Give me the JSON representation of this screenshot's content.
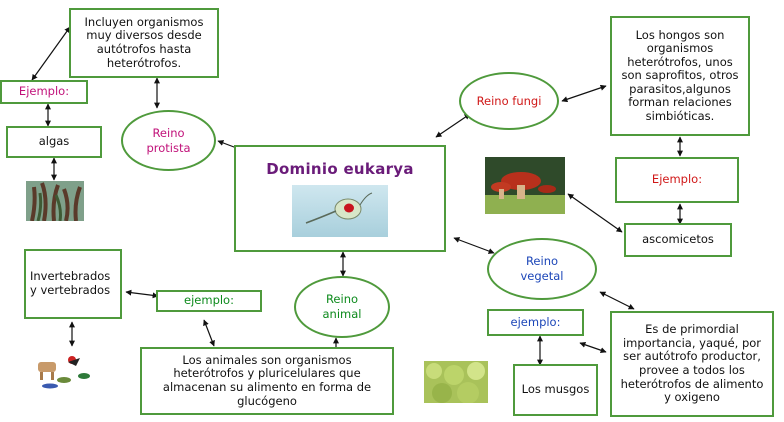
{
  "center": {
    "title": "Dominio eukarya"
  },
  "protista": {
    "label": "Reino protista",
    "description": "Incluyen organismos muy diversos desde autótrofos hasta heterótrofos.",
    "example_label": "Ejemplo:",
    "example": "algas"
  },
  "fungi": {
    "label": "Reino fungi",
    "description": "Los hongos son organismos heterótrofos, unos son saprofitos, otros parasitos,algunos forman relaciones simbióticas.",
    "example_label": "Ejemplo:",
    "example": "ascomicetos"
  },
  "animal": {
    "label": "Reino animal",
    "description": "Los animales son organismos heterótrofos y pluricelulares que almacenan su alimento en forma de glucógeno",
    "example_label": "ejemplo:",
    "example": "Invertebrados y vertebrados"
  },
  "vegetal": {
    "label": "Reino vegetal",
    "description": "Es de primordial importancia, yaqué, por ser autótrofo productor, provee a todos los heterótrofos de alimento y oxigeno",
    "example_label": "ejemplo:",
    "example": "Los musgos"
  },
  "colors": {
    "border": "#4f9a3c",
    "title": "#6a1b79",
    "protista": "#c1127a",
    "fungi": "#d01818",
    "animal": "#0d8a1c",
    "vegetal": "#1c46b8"
  }
}
